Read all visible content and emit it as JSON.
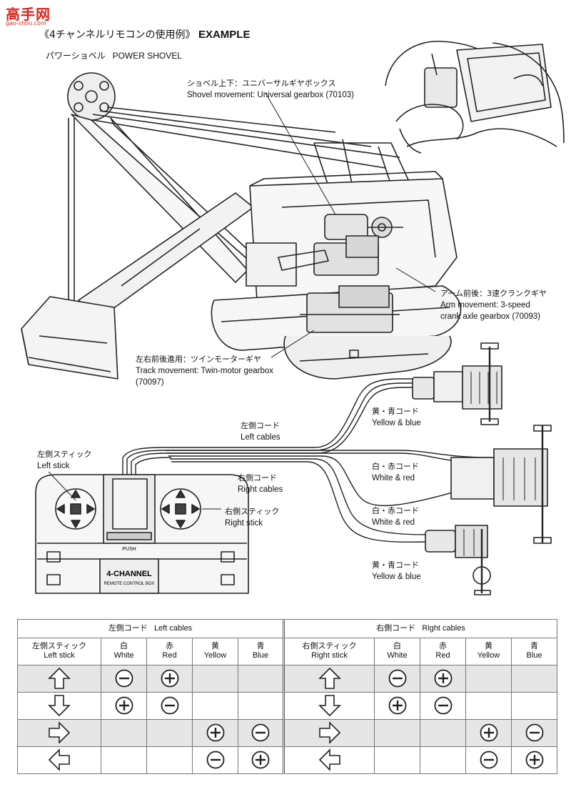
{
  "site_logo": {
    "chars": "高手网",
    "url_text": "gao-shou.com"
  },
  "heading": {
    "jp": "《4チャンネルリモコンの使用例》",
    "en": "EXAMPLE"
  },
  "subheading": {
    "jp": "パワーショベル",
    "en": "POWER SHOVEL"
  },
  "callouts": {
    "shovel": {
      "jp": "ショベル上下：ユニバーサルギヤボックス",
      "en": "Shovel movement: Universal gearbox (70103)"
    },
    "arm": {
      "jp": "アーム前後：3速クランクギヤ",
      "en1": "Arm movement: 3-speed",
      "en2": "crank axle gearbox (70093)"
    },
    "track": {
      "jp": "左右前後進用：ツインモーターギヤ",
      "en1": "Track movement: Twin-motor gearbox",
      "en2": "(70097)"
    }
  },
  "wiring": {
    "left_cables": {
      "jp": "左側コード",
      "en": "Left cables"
    },
    "right_cables": {
      "jp": "右側コード",
      "en": "Right cables"
    },
    "left_stick": {
      "jp": "左側スティック",
      "en": "Left stick"
    },
    "right_stick": {
      "jp": "右側スティック",
      "en": "Right stick"
    },
    "cable1": {
      "jp": "黄・青コード",
      "en": "Yellow & blue"
    },
    "cable2": {
      "jp": "白・赤コード",
      "en": "White & red"
    },
    "cable3": {
      "jp": "白・赤コード",
      "en": "White & red"
    },
    "cable4": {
      "jp": "黄・青コード",
      "en": "Yellow & blue"
    },
    "controller_brand": "4-CHANNEL",
    "controller_sub": "REMOTE CONTROL BOX",
    "controller_push": "PUSH"
  },
  "table": {
    "left_group": {
      "jp": "左側コード",
      "en": "Left cables"
    },
    "right_group": {
      "jp": "右側コード",
      "en": "Right cables"
    },
    "columns": [
      {
        "jp": "左側スティック",
        "en": "Left stick"
      },
      {
        "jp": "白",
        "en": "White"
      },
      {
        "jp": "赤",
        "en": "Red"
      },
      {
        "jp": "黄",
        "en": "Yellow"
      },
      {
        "jp": "青",
        "en": "Blue"
      },
      {
        "jp": "右側スティック",
        "en": "Right stick"
      },
      {
        "jp": "白",
        "en": "White"
      },
      {
        "jp": "赤",
        "en": "Red"
      },
      {
        "jp": "黄",
        "en": "Yellow"
      },
      {
        "jp": "青",
        "en": "Blue"
      }
    ],
    "rows": [
      {
        "arrow": "up",
        "left": [
          "-",
          "+",
          "",
          ""
        ],
        "right": [
          "-",
          "+",
          "",
          ""
        ]
      },
      {
        "arrow": "down",
        "left": [
          "+",
          "-",
          "",
          ""
        ],
        "right": [
          "+",
          "-",
          "",
          ""
        ]
      },
      {
        "arrow": "right",
        "left": [
          "",
          "",
          "+",
          "-"
        ],
        "right": [
          "",
          "",
          "+",
          "-"
        ]
      },
      {
        "arrow": "left",
        "left": [
          "",
          "",
          "-",
          "+"
        ],
        "right": [
          "",
          "",
          "-",
          "+"
        ]
      }
    ]
  }
}
